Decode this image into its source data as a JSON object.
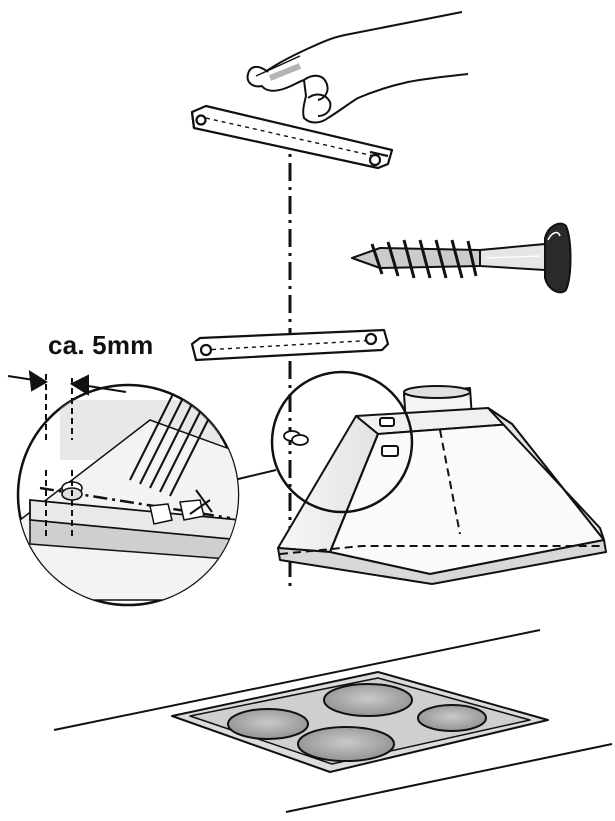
{
  "diagram": {
    "dimension_label": "ca. 5mm",
    "colors": {
      "stroke": "#111111",
      "fill_light": "#f2f2f2",
      "fill_mid": "#d6d6d6",
      "fill_dark": "#9a9a9a",
      "hob_surface": "#cfcfcf",
      "hob_ring": "#a8a8a8"
    },
    "parts": {
      "hand": "hand-icon",
      "upper_bracket": "mounting-bracket",
      "lower_bracket": "mounting-bracket",
      "screw": "screw-icon",
      "hood": "chimney-hood",
      "detail_circle": "zoom-detail",
      "hob": "cooktop"
    }
  }
}
